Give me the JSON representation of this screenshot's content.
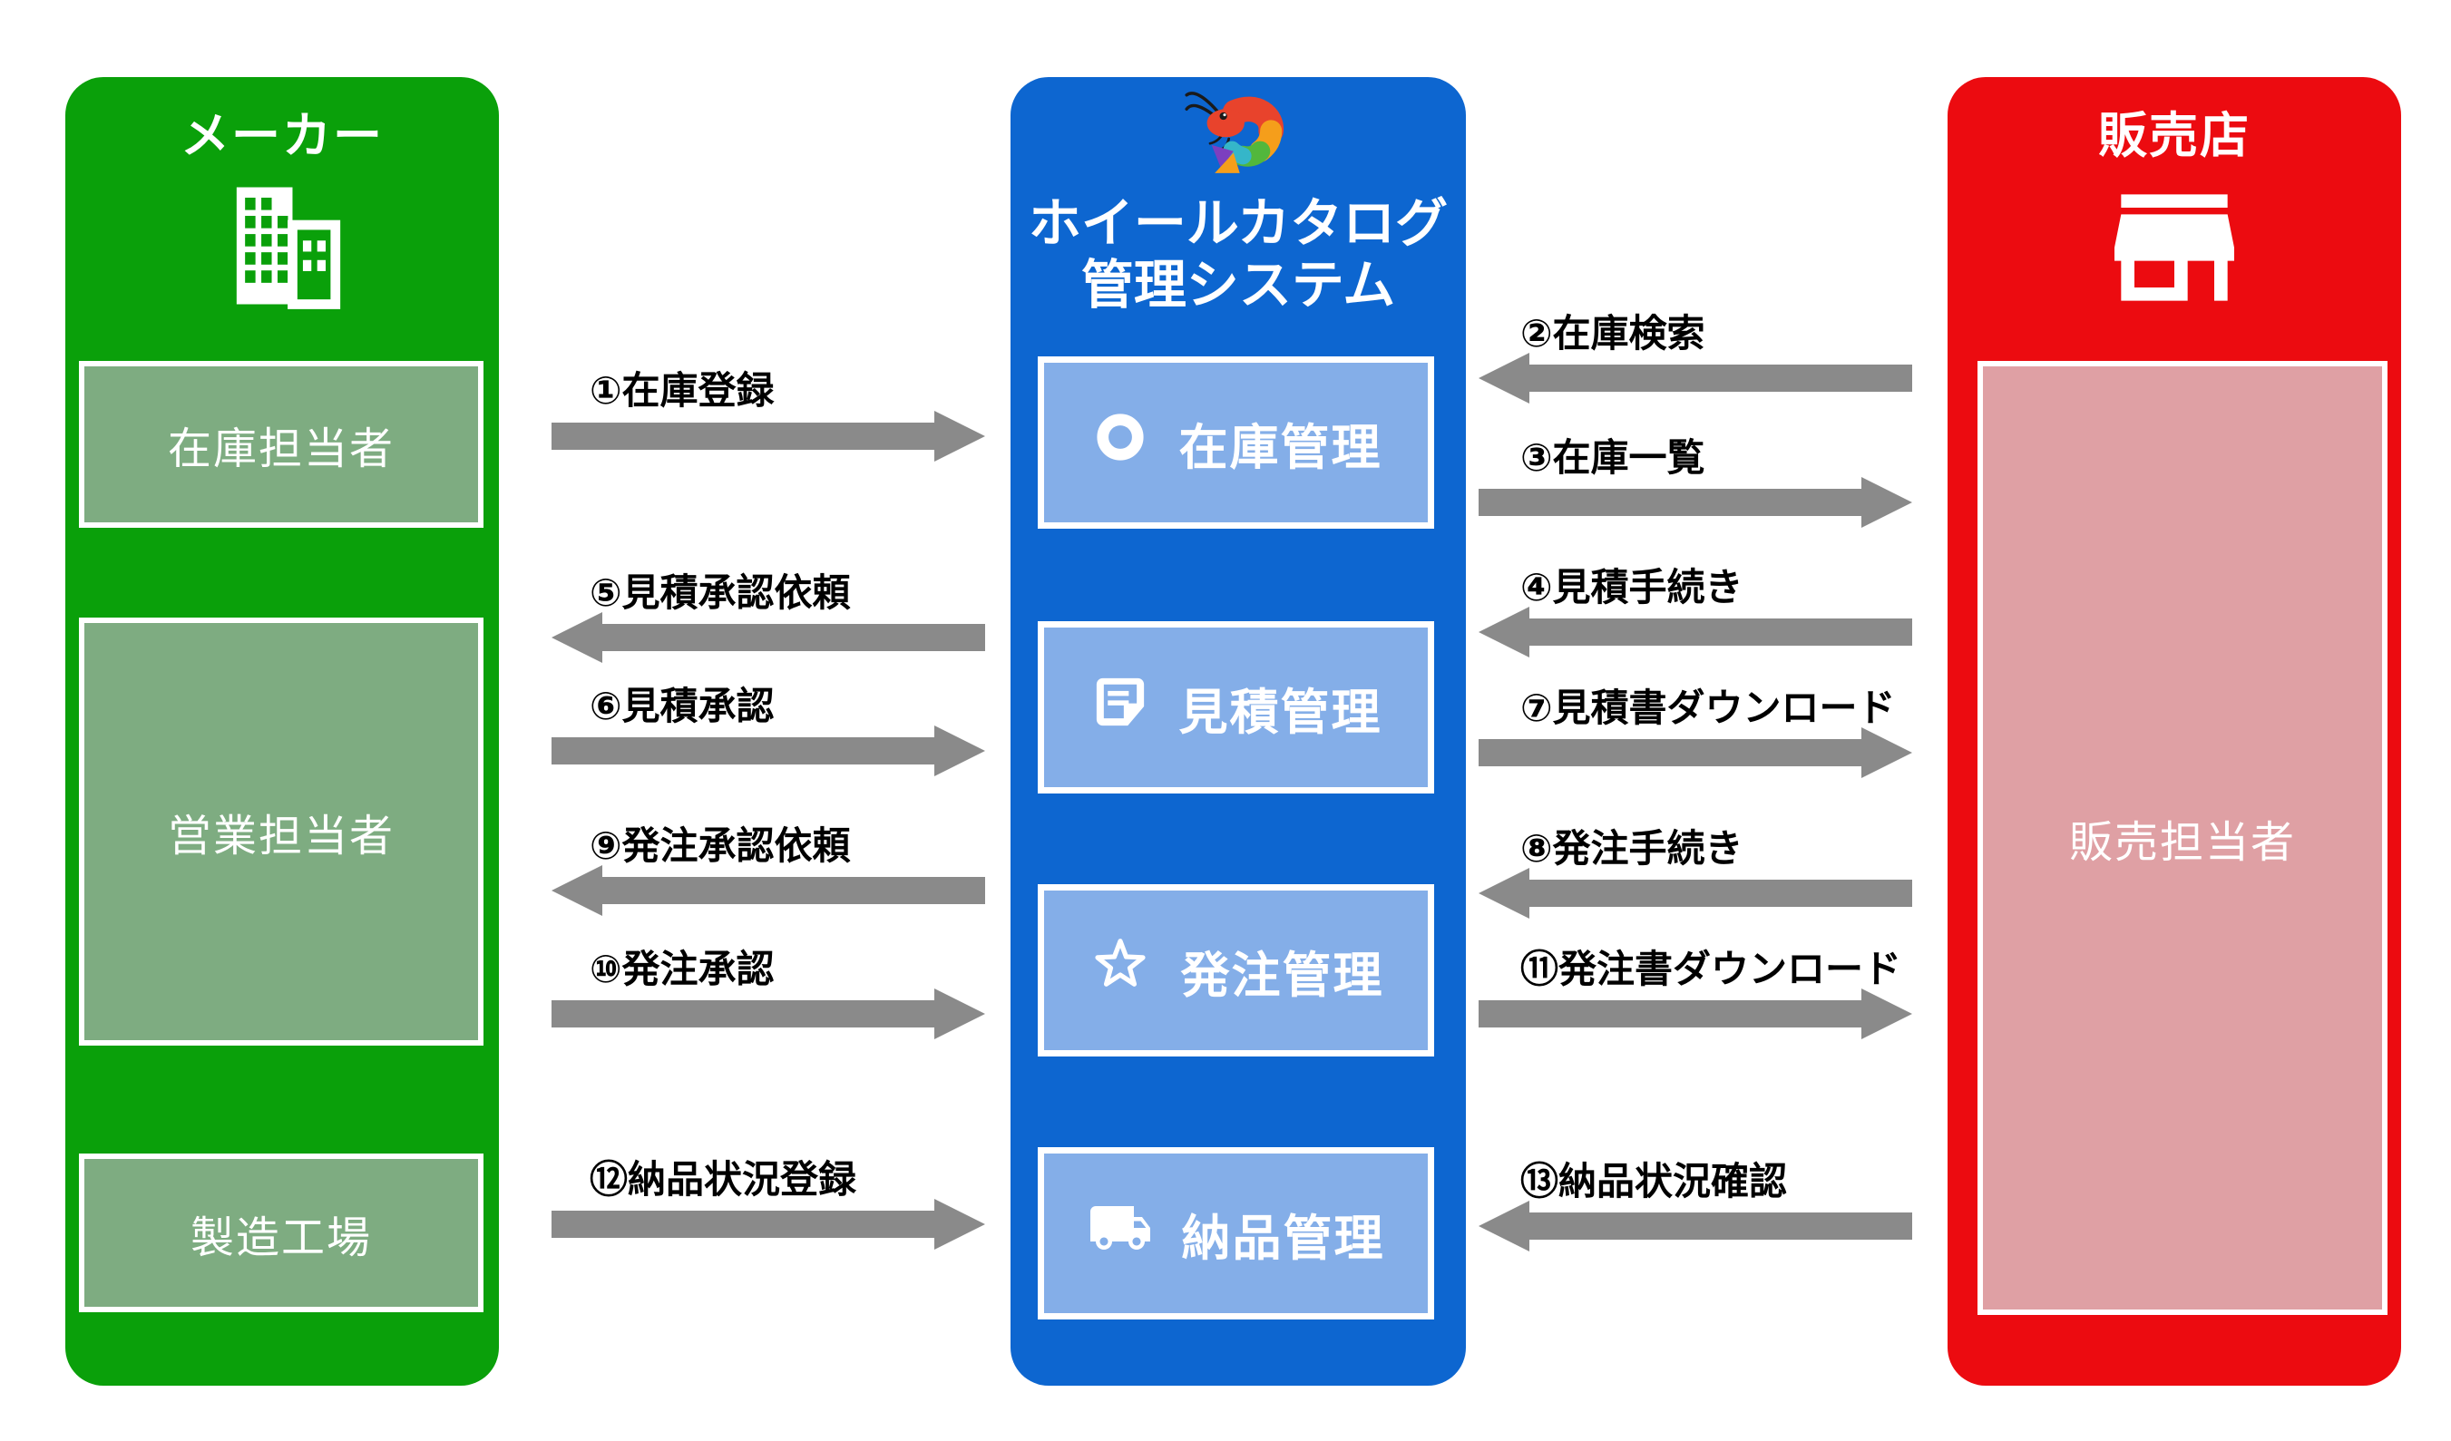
{
  "maker": {
    "title": "メーカー",
    "icon": "building-icon",
    "panel_color": "#0AA00A",
    "role_box_color": "#7EAC81",
    "roles": [
      "在庫担当者",
      "営業担当者",
      "製造工場"
    ]
  },
  "system": {
    "title_lines": [
      "ホイールカタログ",
      "管理システム"
    ],
    "icon": "shrimp-icon",
    "panel_color": "#0D66D0",
    "module_box_color": "#84AEE8",
    "modules": [
      {
        "icon": "ring-icon",
        "label": "在庫管理"
      },
      {
        "icon": "document-icon",
        "label": "見積管理"
      },
      {
        "icon": "star-icon",
        "label": "発注管理"
      },
      {
        "icon": "truck-icon",
        "label": "納品管理"
      }
    ]
  },
  "dealer": {
    "title": "販売店",
    "icon": "storefront-icon",
    "panel_color": "#EC0B10",
    "role_box_color": "#DFA0A4",
    "roles": [
      "販売担当者"
    ]
  },
  "flows": [
    {
      "label": "①在庫登録",
      "direction": "right",
      "side": "left"
    },
    {
      "label": "②在庫検索",
      "direction": "left",
      "side": "right"
    },
    {
      "label": "③在庫一覧",
      "direction": "right",
      "side": "right"
    },
    {
      "label": "④見積手続き",
      "direction": "left",
      "side": "right"
    },
    {
      "label": "⑤見積承認依頼",
      "direction": "left",
      "side": "left"
    },
    {
      "label": "⑥見積承認",
      "direction": "right",
      "side": "left"
    },
    {
      "label": "⑦見積書ダウンロード",
      "direction": "right",
      "side": "right"
    },
    {
      "label": "⑧発注手続き",
      "direction": "left",
      "side": "right"
    },
    {
      "label": "⑨発注承認依頼",
      "direction": "left",
      "side": "left"
    },
    {
      "label": "⑩発注承認",
      "direction": "right",
      "side": "left"
    },
    {
      "label": "⑪発注書ダウンロード",
      "direction": "right",
      "side": "right"
    },
    {
      "label": "⑫納品状況登録",
      "direction": "right",
      "side": "left"
    },
    {
      "label": "⑬納品状況確認",
      "direction": "left",
      "side": "right"
    }
  ],
  "arrow_color": "#8A8A8A"
}
